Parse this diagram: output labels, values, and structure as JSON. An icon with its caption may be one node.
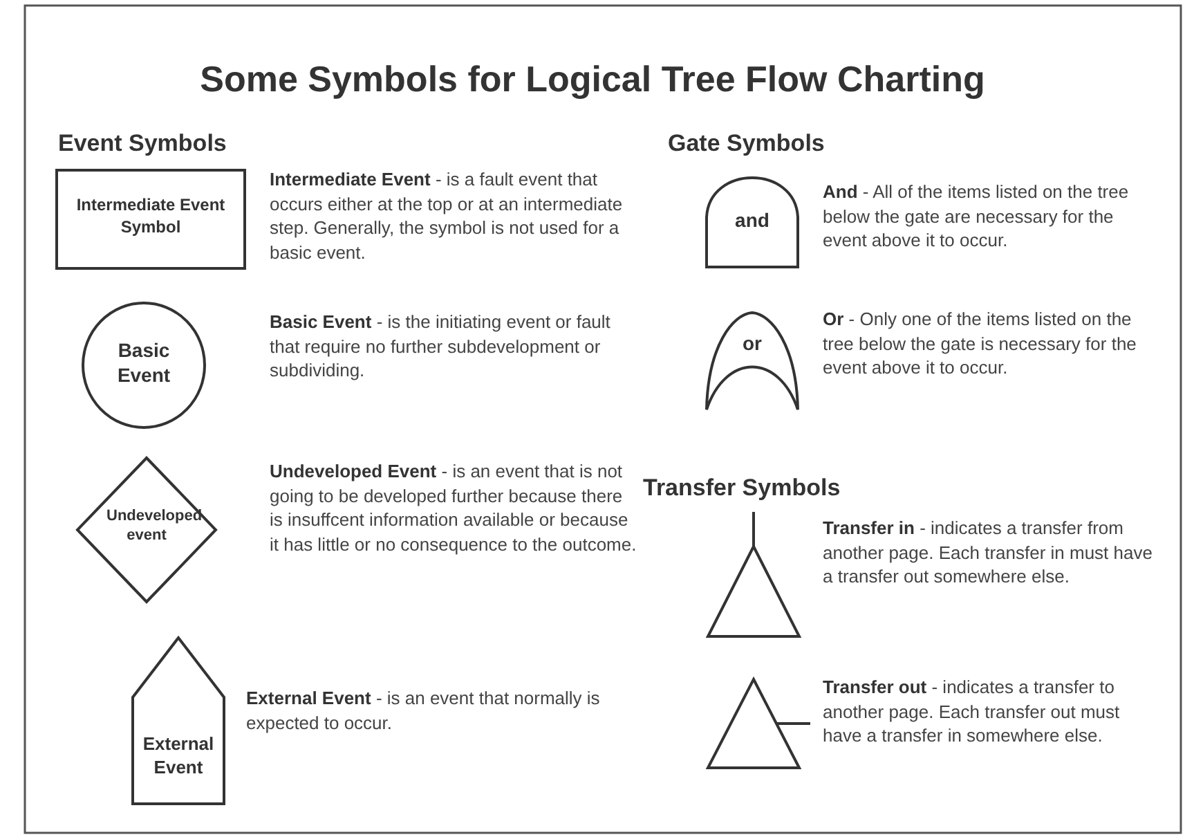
{
  "diagram": {
    "title": "Some Symbols for Logical Tree Flow Charting",
    "nodes": [
      {
        "text": [
          "Intermediate Event Symbol"
        ],
        "beside": [
          "**Intermediate Event** - is a fault event that occurs either at the top or at an intermediate step. Generally, the symbol is not used for a basic event."
        ]
      },
      {
        "text": [
          "Basic Event"
        ],
        "beside": [
          "**Basic Event** - is the initiating event or fault that require no further subdevelopment  or subdividing."
        ]
      },
      {
        "text": [
          "Undeveloped event"
        ],
        "beside": [
          "**Undeveloped Event** - is an event that is not going to be developed further because there is insuffcent information available or because it has little or no consequence to the outcome."
        ]
      },
      {
        "text": [
          "External Event"
        ],
        "beside": [
          "**External Event** - is an event that normally is expected to occur."
        ]
      },
      {
        "text": [
          "and"
        ],
        "beside": [
          "**And** - All of the items listed on the tree below the gate are necessary for the event above it to occur."
        ]
      },
      {
        "text": [
          "or"
        ],
        "beside": [
          "**Or** - Only one of the items listed on the tree below the gate is necessary for the event above it to occur."
        ]
      },
      {
        "text": [],
        "shape": "triangle",
        "beside": [
          "**Transfer in** - indicates a transfer from another page. Each transfer in must have a transfer out somewhere else."
        ]
      },
      {
        "text": [],
        "shape": "triangle",
        "beside": [
          "**Transfer out** - indicates a transfer to another page. Each transfer out must have a transfer in somewhere else."
        ]
      }
    ],
    "labels": [
      "Event Symbols",
      "Gate Symbols",
      "Transfer Symbols"
    ]
  }
}
